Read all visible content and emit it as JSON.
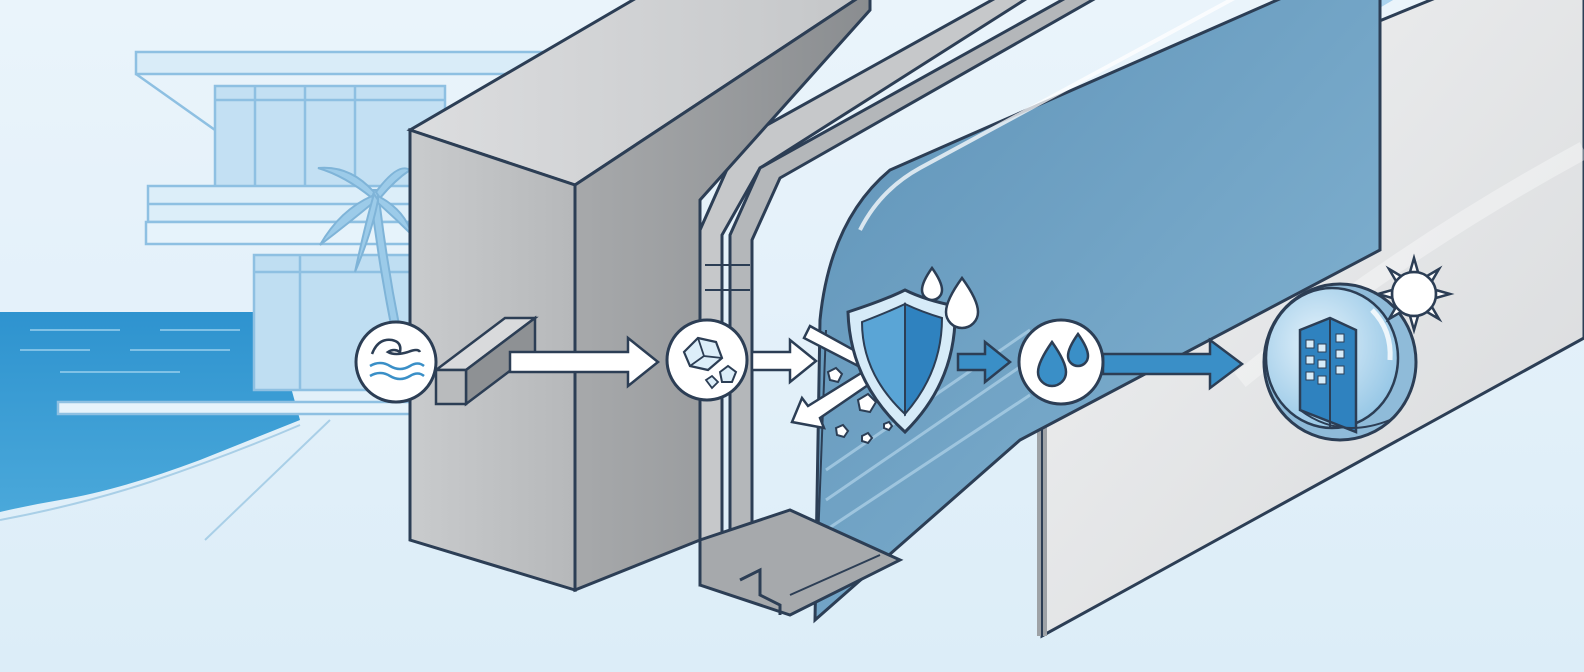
{
  "diagram": {
    "style": "isometric line illustration",
    "layers": [
      "concrete-block",
      "aluminum-frame",
      "glass-pane",
      "gray-panel"
    ],
    "process_icons": [
      "wave-icon",
      "salt-crystal-icon",
      "shield-icon",
      "water-drops-icon",
      "building-icon",
      "sun-icon"
    ],
    "flow": [
      "wave-icon",
      "salt-crystal-icon",
      "shield-icon",
      "water-drops-icon",
      "building-icon"
    ],
    "colors": {
      "background": "#e6f2fa",
      "sea": "#2f94cf",
      "accent_blue": "#3a8fc7",
      "glass": "#78a9c8",
      "concrete_light": "#cfd1d3",
      "concrete_dark": "#8e9194",
      "outline": "#2c3e55",
      "panel": "#e8e9ea"
    }
  }
}
